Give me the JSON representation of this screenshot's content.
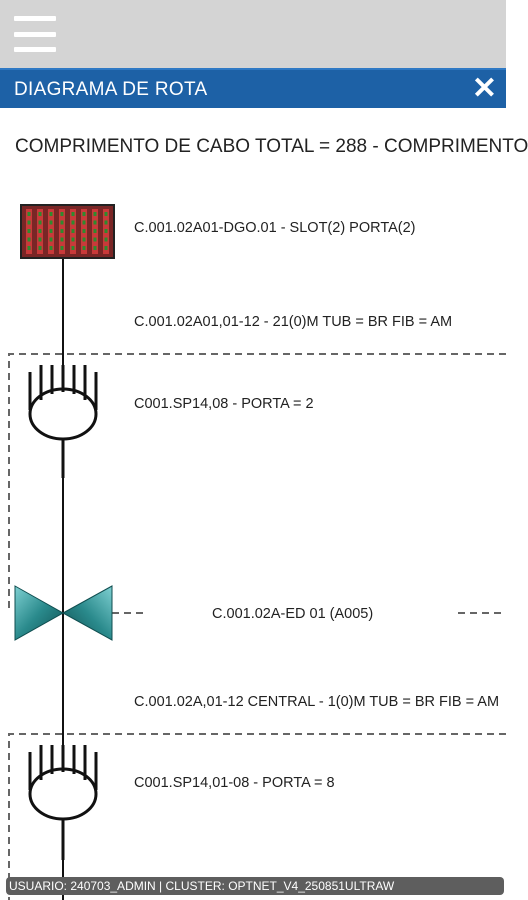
{
  "header": {
    "menu_icon": "hamburger-menu-icon"
  },
  "titlebar": {
    "title": "DIAGRAMA DE ROTA",
    "close_icon": "close-icon",
    "close_glyph": "✕"
  },
  "summary": {
    "text": "COMPRIMENTO DE CABO TOTAL = 288 - COMPRIMENTO"
  },
  "diagram": {
    "nodes": [
      {
        "icon": "dgo-panel-icon",
        "label": "C.001.02A01-DGO.01 - SLOT(2) PORTA(2)"
      },
      {
        "icon": "cable-segment",
        "label": "C.001.02A01,01-12 - 21(0)M TUB = BR FIB = AM"
      },
      {
        "icon": "splitter-icon",
        "label": "C001.SP14,08 - PORTA = 2"
      },
      {
        "icon": "splice-box-icon",
        "label": "C.001.02A-ED 01 (A005)"
      },
      {
        "icon": "cable-segment",
        "label": "C.001.02A,01-12 CENTRAL - 1(0)M TUB = BR FIB = AM"
      },
      {
        "icon": "splitter-icon",
        "label": "C001.SP14,01-08 - PORTA = 8"
      }
    ],
    "colors": {
      "panel_red": "#8a1e1e",
      "panel_green": "#2e8b2e",
      "splice_teal": "#2a8a8c"
    }
  },
  "status": {
    "text": "USUARIO: 240703_ADMIN | CLUSTER: OPTNET_V4_250851ULTRAW"
  }
}
